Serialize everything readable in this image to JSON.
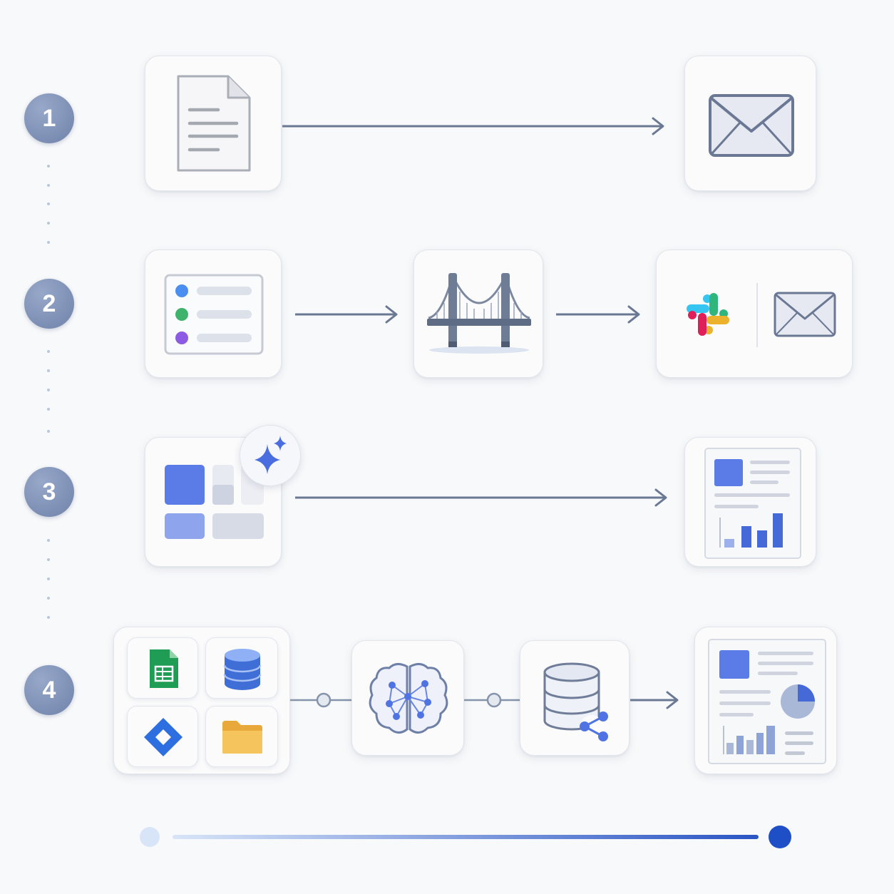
{
  "steps": [
    {
      "number": "1"
    },
    {
      "number": "2"
    },
    {
      "number": "3"
    },
    {
      "number": "4"
    }
  ],
  "icons": {
    "row1": [
      "document-icon",
      "envelope-icon"
    ],
    "row2": [
      "list-icon",
      "bridge-icon",
      "slack-icon",
      "envelope-icon"
    ],
    "row3": [
      "dashboard-grid-icon",
      "sparkle-icon",
      "report-icon"
    ],
    "row4": [
      "google-sheets-icon",
      "database-icon",
      "jira-icon",
      "folder-icon",
      "brain-network-icon",
      "shared-database-icon",
      "report-dashboard-icon"
    ]
  },
  "colors": {
    "step_badge": "#7b8db3",
    "arrow": "#6a7893",
    "accent_blue": "#5b7be6",
    "progress_start": "#d8e5f8",
    "progress_end": "#1f4fc7"
  },
  "progress": {
    "value": 1.0
  }
}
